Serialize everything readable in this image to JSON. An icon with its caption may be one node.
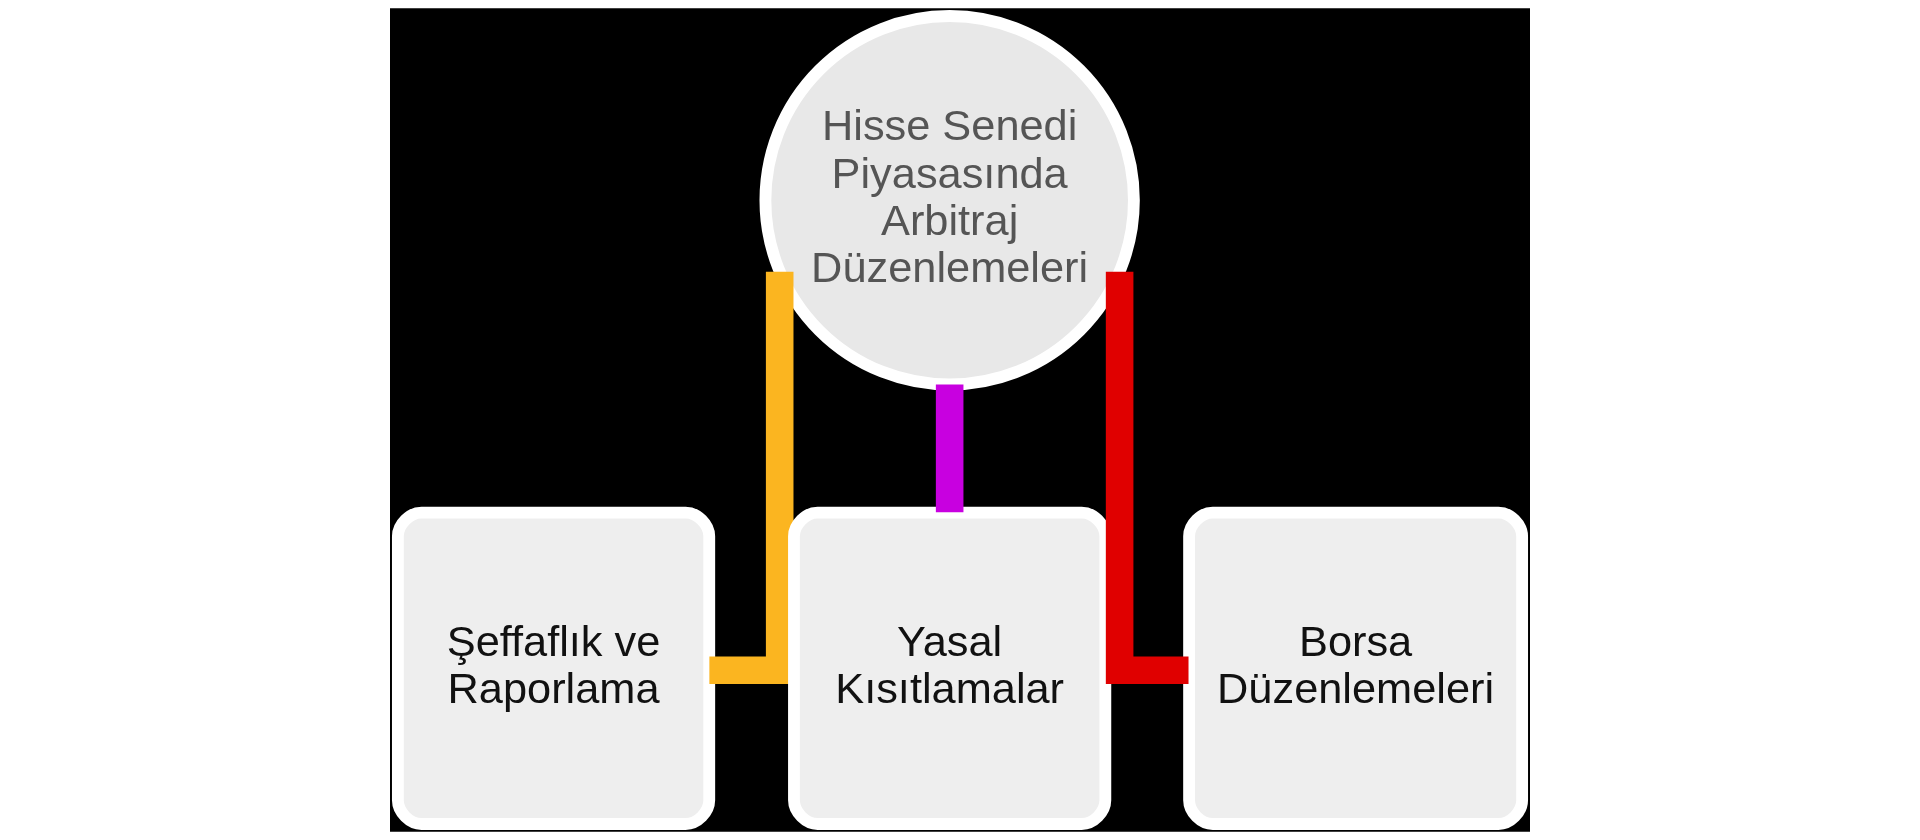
{
  "diagram": {
    "nodes": [
      {
        "text": [
          "Hisse Senedi Piyasasında Arbitraj Düzenlemeleri"
        ]
      },
      {
        "text": [
          "Şeffaflık ve Raporlama"
        ]
      },
      {
        "text": [
          "Yasal Kısıtlamalar"
        ]
      },
      {
        "text": [
          "Borsa Düzenlemeleri"
        ]
      }
    ],
    "edges": [
      {
        "from": 0,
        "to": 1,
        "arrow": "none",
        "color": "#fbb520"
      },
      {
        "from": 0,
        "to": 2,
        "arrow": "none",
        "color": "#c800e0"
      },
      {
        "from": 0,
        "to": 3,
        "arrow": "none",
        "color": "#e00000"
      }
    ]
  }
}
